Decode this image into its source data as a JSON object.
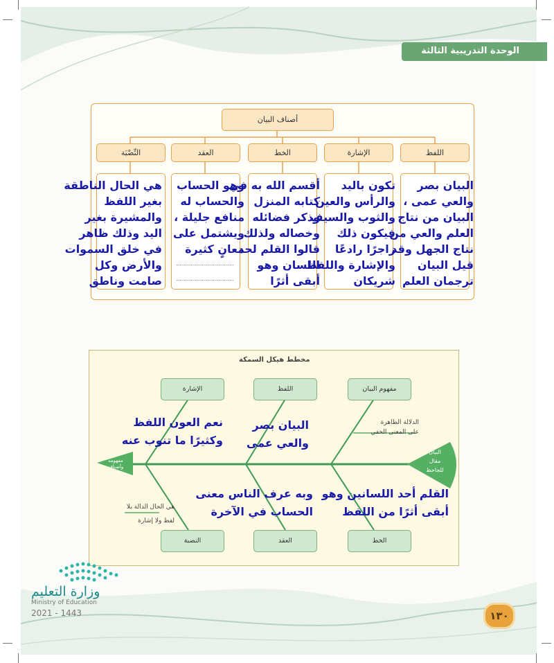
{
  "header": {
    "unit_title": "الوحدة التدريبية الثالثة"
  },
  "tree": {
    "root": "أصناف البيان",
    "columns": [
      {
        "title": "اللفظ",
        "lines": [
          "البيان بصر",
          "والعي عمى ،",
          "البيان من نتاج",
          "العلم والعي من",
          "نتاج الجهل وقد",
          "قيل البيان",
          "ترجمان العلم"
        ]
      },
      {
        "title": "الإشارة",
        "lines": [
          "تكون باليد",
          "والرأس والعين",
          "والثوب والسيف",
          "فيكون ذلك",
          "زاجرًا رادعًا",
          "والإشارة واللفظ",
          "شريكان"
        ]
      },
      {
        "title": "الخط",
        "lines": [
          "أقسم الله به في",
          "كتابه المنزل",
          "وذكر فضائله",
          "وخصاله ولذلك",
          "قالوا القلم لحد",
          "اللسان وهو",
          "أبقى أثرًا"
        ]
      },
      {
        "title": "العقد",
        "lines": [
          "وهو الحساب",
          "والحساب له",
          "منافع جليلة ،",
          "ويشتمل على",
          "معانٍ كثيرة"
        ]
      },
      {
        "title": "النِّصْبَة",
        "lines": [
          "هي الحال الناطقة",
          "بغير اللفظ",
          "والمشيرة بغير",
          "اليد وذلك ظاهر",
          "في خلق السموات",
          "والأرض وكل",
          "صامت وناطق"
        ]
      }
    ]
  },
  "fishbone": {
    "title": "مخطط هيكل السمكة",
    "top_boxes": [
      "مفهوم البيان",
      "اللفظ",
      "الإشارة"
    ],
    "bottom_boxes": [
      "الخط",
      "العقد",
      "النصبة"
    ],
    "head_label": [
      "البيان",
      "مقال",
      "للجاحظ"
    ],
    "tail_label": [
      "مفهومه",
      "وأصنافه"
    ],
    "printed_top_note": [
      "الدلالة الظاهرة",
      "على المعنى الخفي"
    ],
    "printed_bottom_note": [
      "هي الحال الدالة بلا",
      "لفظ ولا إشارة"
    ],
    "handwritten": {
      "lafz": [
        "البيان بصر",
        "والعي عمى"
      ],
      "ishara": [
        "نعم العون اللفظ",
        "وكثيرًا ما تنوب عنه"
      ],
      "khat": [
        "القلم أحد اللسانين وهو",
        "أبقى أثرًا من اللفظ"
      ],
      "aqd": [
        "وبه عرف الناس معنى",
        "الحساب في الآخرة"
      ]
    }
  },
  "ministry": {
    "name_ar": "وزارة التعليم",
    "name_en": "Ministry of Education",
    "year": "2021 - 1443"
  },
  "page_number": "١٣٠",
  "colors": {
    "accent_green": "#6aa574",
    "orange_border": "#e9a24a",
    "handwriting_blue": "#1a1aa8",
    "box_green": "#cfe8cf"
  }
}
